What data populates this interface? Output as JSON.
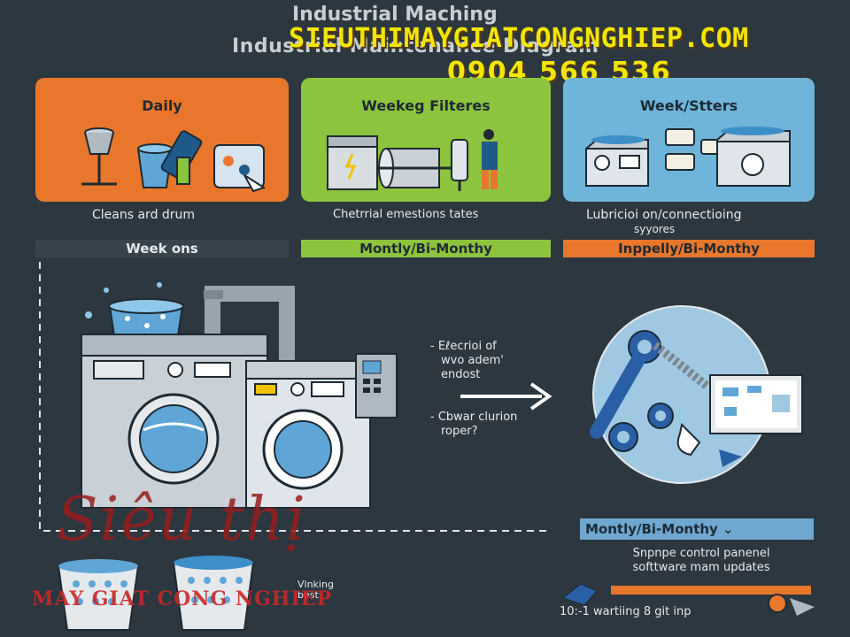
{
  "header": {
    "title_line1": "Industrial Maching",
    "title_line2": "Industrial Maintenance Diagram",
    "brand_url": "SIEUTHIMAYGIATCONGNGHIEP.COM",
    "brand_phone": "0904 566 536"
  },
  "cards": [
    {
      "title": "Daily",
      "color": "#e8772c",
      "desc": "Cleans ard drum",
      "bar": "Week ons",
      "bar_color": "#37444e",
      "bar_text_color": "#e7ebee"
    },
    {
      "title": "Weekeg Filteres",
      "color": "#8cc43e",
      "desc": "Chetrrial emestions tates",
      "bar": "Montly/Bi-Monthy",
      "bar_color": "#8cc43e",
      "bar_text_color": "#1e2a33"
    },
    {
      "title": "Week/Stters",
      "color": "#6fb4d9",
      "desc": "Lubricioi on/connectioing",
      "desc2": "syyores",
      "bar": "Inppelly/Bi-Monthy",
      "bar_color": "#e8772c",
      "bar_text_color": "#1e2a33"
    }
  ],
  "middle_notes": [
    {
      "bullet": "-",
      "text_line1": "Eℓecrioi of",
      "text_line2": "wvo adem'",
      "text_line3": "endost"
    },
    {
      "bullet": "-",
      "text_line1": "Cbwar clurion",
      "text_line2": "roper?"
    }
  ],
  "bottom_panel": {
    "label": "Montly/Bi-Monthy ⌄",
    "desc_line1": "Snpnpe control panenel",
    "desc_line2": "softtware mam updates",
    "footer": "10:-1 wartiing 8 git inp"
  },
  "small_note": {
    "line1": "Vlnking",
    "line2": "best"
  },
  "watermark": {
    "line1": "Siêu thị",
    "line2": "MAY GIAT CONG NGHIEP"
  }
}
